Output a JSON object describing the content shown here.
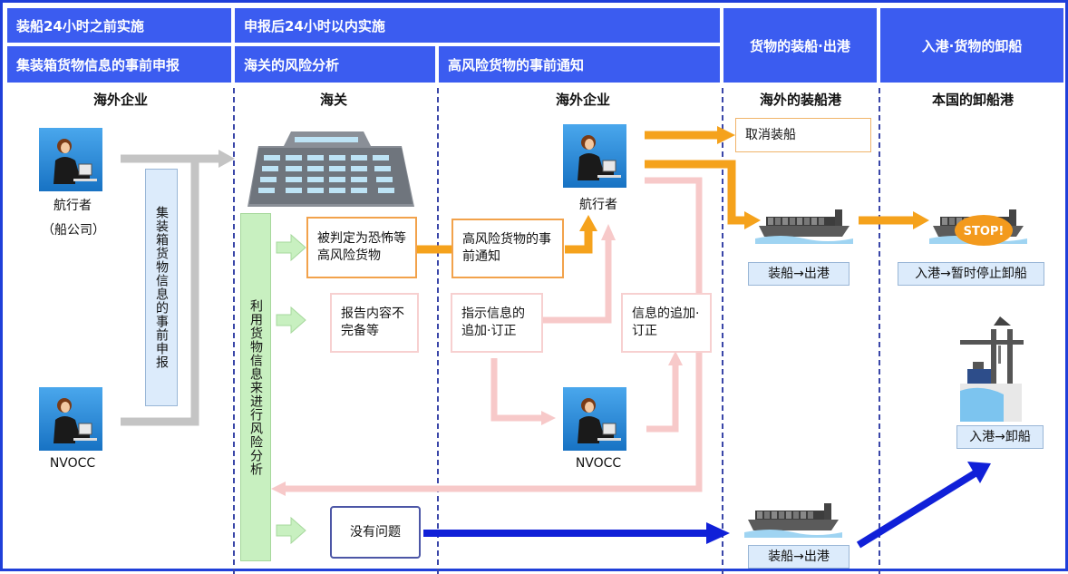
{
  "headers": {
    "phase_before": "装船24小时之前实施",
    "phase_after": "申报后24小时以内实施",
    "col1": "集装箱货物信息的事前申报",
    "col2": "海关的风险分析",
    "col3": "高风险货物的事前通知",
    "col4": "货物的装船·出港",
    "col5": "入港·货物的卸船"
  },
  "lanes": {
    "overseas1": "海外企业",
    "customs": "海关",
    "overseas2": "海外企业",
    "port_out": "海外的装船港",
    "port_in": "本国的卸船港"
  },
  "actors": {
    "carrier": "航行者",
    "carrier_sub": "（船公司）",
    "nvocc": "NVOCC",
    "carrier2": "航行者",
    "nvocc2": "NVOCC"
  },
  "boxes": {
    "prior_declaration": "集装箱货物信息的事前申报",
    "risk_analysis": "利用货物信息来进行风险分析",
    "high_risk": "被判定为恐怖等高风险货物",
    "incomplete": "报告内容不完备等",
    "no_problem": "没有问题",
    "advance_notice": "高风险货物的事前通知",
    "instruction": "指示信息的追加·订正",
    "info_update": "信息的追加·订正",
    "cancel_loading": "取消装船",
    "load_depart_1": "装船→出港",
    "load_depart_2": "装船→出港",
    "arrive_stop": "入港→暂时停止卸船",
    "arrive_unload": "入港→卸船",
    "stop_sign": "STOP!"
  },
  "colors": {
    "header_blue": "#3b5cf0",
    "border_blue": "#1f3fd9",
    "orange_arrow": "#f5a21c",
    "pink_arrow": "#f7c9c9",
    "blue_arrow": "#1020d8",
    "gray_arrow": "#c4c4c4",
    "green_arrow": "#c8f0c0",
    "light_blue_box": "#dcebfb"
  }
}
